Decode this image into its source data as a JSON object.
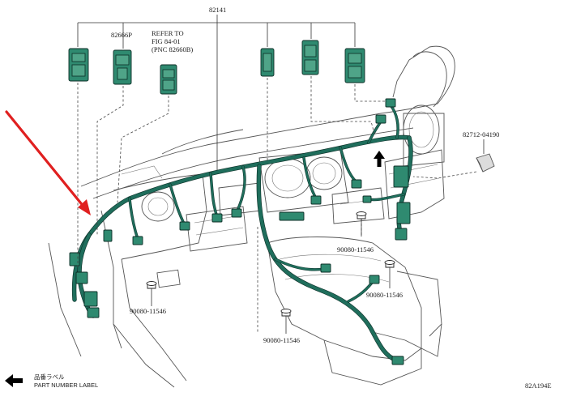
{
  "labels": {
    "main_part": "82141",
    "connector_part": "82666P",
    "refer_line1": "REFER TO",
    "refer_line2": "FIG 84-01",
    "refer_line3": "(PNC 82660B)",
    "clip_part": "82712-04190",
    "bolt_upper_right": "90080-11546",
    "bolt_lower_right": "90080-11546",
    "bolt_left": "90080-11546",
    "bolt_bottom": "90080-11546",
    "legend_japanese": "品番ラベル",
    "legend_english": "PART NUMBER LABEL",
    "figure_code": "82A194E"
  },
  "colors": {
    "harness": "#1f6e5c",
    "connector": "#2f8a70",
    "pointer_arrow": "#e02020"
  },
  "icons": {
    "legend_arrow": "left-arrow-icon",
    "label_marker": "up-arrow-icon",
    "pointer": "red-arrow-icon"
  }
}
